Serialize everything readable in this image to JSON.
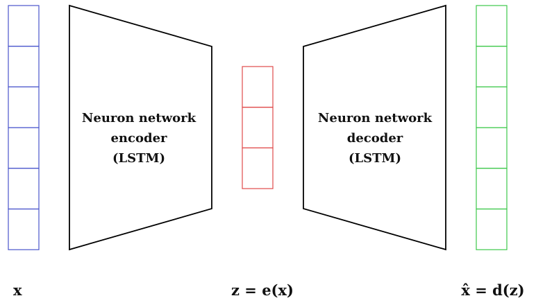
{
  "colors": {
    "input": "#4a55cc",
    "latent": "#e04a4a",
    "output": "#3cc84a",
    "outline": "#000000"
  },
  "input_vector": {
    "cells": 6
  },
  "latent_vector": {
    "cells": 3
  },
  "output_vector": {
    "cells": 6
  },
  "encoder": {
    "line1": "Neuron network",
    "line2": "encoder",
    "line3": "(LSTM)"
  },
  "decoder": {
    "line1": "Neuron network",
    "line2": "decoder",
    "line3": "(LSTM)"
  },
  "labels": {
    "x": "x",
    "z": "z = e(x)",
    "x_hat": "x̂ = d(z)"
  }
}
